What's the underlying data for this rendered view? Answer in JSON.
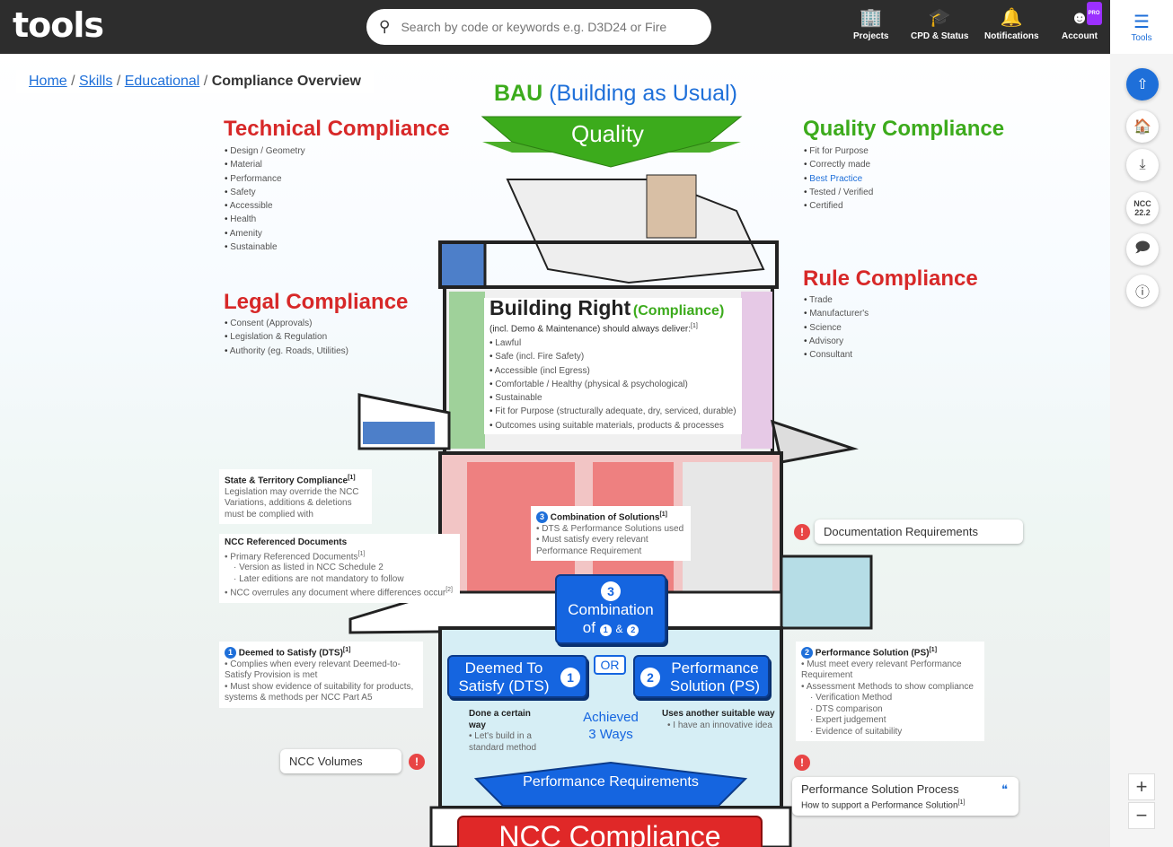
{
  "header": {
    "logo": "tools",
    "search_placeholder": "Search by code or keywords e.g. D3D24 or Fire",
    "nav": [
      {
        "label": "Projects",
        "icon": "projects-icon"
      },
      {
        "label": "CPD & Status",
        "icon": "graduation-cap-icon"
      },
      {
        "label": "Notifications",
        "icon": "bell-icon"
      },
      {
        "label": "Account",
        "icon": "account-icon",
        "badge": "PRO"
      }
    ],
    "tools_label": "Tools"
  },
  "breadcrumb": {
    "items": [
      "Home",
      "Skills",
      "Educational"
    ],
    "current": "Compliance Overview"
  },
  "sidebar": {
    "ncc_label": "NCC",
    "ncc_version": "22.2"
  },
  "diagram": {
    "bau": {
      "abbr": "BAU",
      "text": "(Building as Usual)"
    },
    "quality_arrow": "Quality",
    "technical": {
      "title": "Technical Compliance",
      "items": [
        "Design / Geometry",
        "Material",
        "Performance",
        "Safety",
        "Accessible",
        "Health",
        "Amenity",
        "Sustainable"
      ]
    },
    "quality": {
      "title": "Quality Compliance",
      "items": [
        "Fit for Purpose",
        "Correctly made",
        "Best Practice",
        "Tested / Verified",
        "Certified"
      ]
    },
    "legal": {
      "title": "Legal Compliance",
      "items": [
        "Consent (Approvals)",
        "Legislation & Regulation",
        "Authority (eg. Roads, Utilities)"
      ]
    },
    "rule": {
      "title": "Rule Compliance",
      "items": [
        "Trade",
        "Manufacturer's",
        "Science",
        "Advisory",
        "Consultant"
      ]
    },
    "building_right": {
      "title": "Building Right",
      "title_sub": "(Compliance)",
      "intro": "(incl. Demo & Maintenance) should always deliver:",
      "ref": "[1]",
      "items": [
        "Lawful",
        "Safe (incl. Fire Safety)",
        "Accessible (incl Egress)",
        "Comfortable / Healthy (physical & psychological)",
        "Sustainable",
        "Fit for Purpose (structurally adequate, dry, serviced, durable)",
        "Outcomes using suitable materials, products & processes"
      ]
    },
    "state": {
      "title": "State & Territory Compliance",
      "ref": "[1]",
      "items": [
        "Legislation may override the NCC",
        "Variations, additions & deletions must be complied with"
      ]
    },
    "ncc_docs": {
      "title": "NCC Referenced Documents",
      "item1": "Primary Referenced Documents",
      "ref1": "[1]",
      "subs": [
        "Version as listed in NCC Schedule 2",
        "Later editions are not mandatory to follow"
      ],
      "item2": "NCC overrules any document where differences occur",
      "ref2": "[2]"
    },
    "combo_card": {
      "num": "3",
      "title": "Combination of Solutions",
      "ref": "[1]",
      "items": [
        "DTS & Performance Solutions used",
        "Must satisfy every relevant Performance Requirement"
      ]
    },
    "dts_card": {
      "num": "1",
      "title": "Deemed to Satisfy (DTS)",
      "ref": "[1]",
      "items": [
        "Complies when every relevant Deemed-to-Satisfy Provision is met",
        "Must show evidence of suitability for products, systems & methods per NCC Part A5"
      ]
    },
    "ps_card": {
      "num": "2",
      "title": "Performance Solution (PS)",
      "ref": "[1]",
      "item1": "Must meet every relevant Performance Requirement",
      "item2": "Assessment Methods to show compliance",
      "subs": [
        "Verification Method",
        "DTS comparison",
        "Expert judgement",
        "Evidence of suitability"
      ]
    },
    "combo_box": {
      "num": "3",
      "line1": "Combination",
      "line2": "of",
      "a": "1",
      "and": "&",
      "b": "2"
    },
    "dts_box": {
      "line1": "Deemed To",
      "line2": "Satisfy (DTS)",
      "num": "1"
    },
    "or": "OR",
    "ps_box": {
      "line1": "Performance",
      "line2": "Solution (PS)",
      "num": "2"
    },
    "done_way": {
      "title": "Done a certain way",
      "item": "Let's build in a standard method"
    },
    "achieved": {
      "line1": "Achieved",
      "line2": "3 Ways"
    },
    "uses_way": {
      "title": "Uses another suitable way",
      "item": "I have an innovative idea"
    },
    "perf_req": "Performance Requirements",
    "ncc_compliance": "NCC Compliance",
    "doc_req": "Documentation Requirements",
    "ncc_volumes": "NCC Volumes",
    "ps_process": {
      "title": "Performance Solution Process",
      "sub": "How to support a Performance Solution",
      "ref": "[1]"
    }
  }
}
